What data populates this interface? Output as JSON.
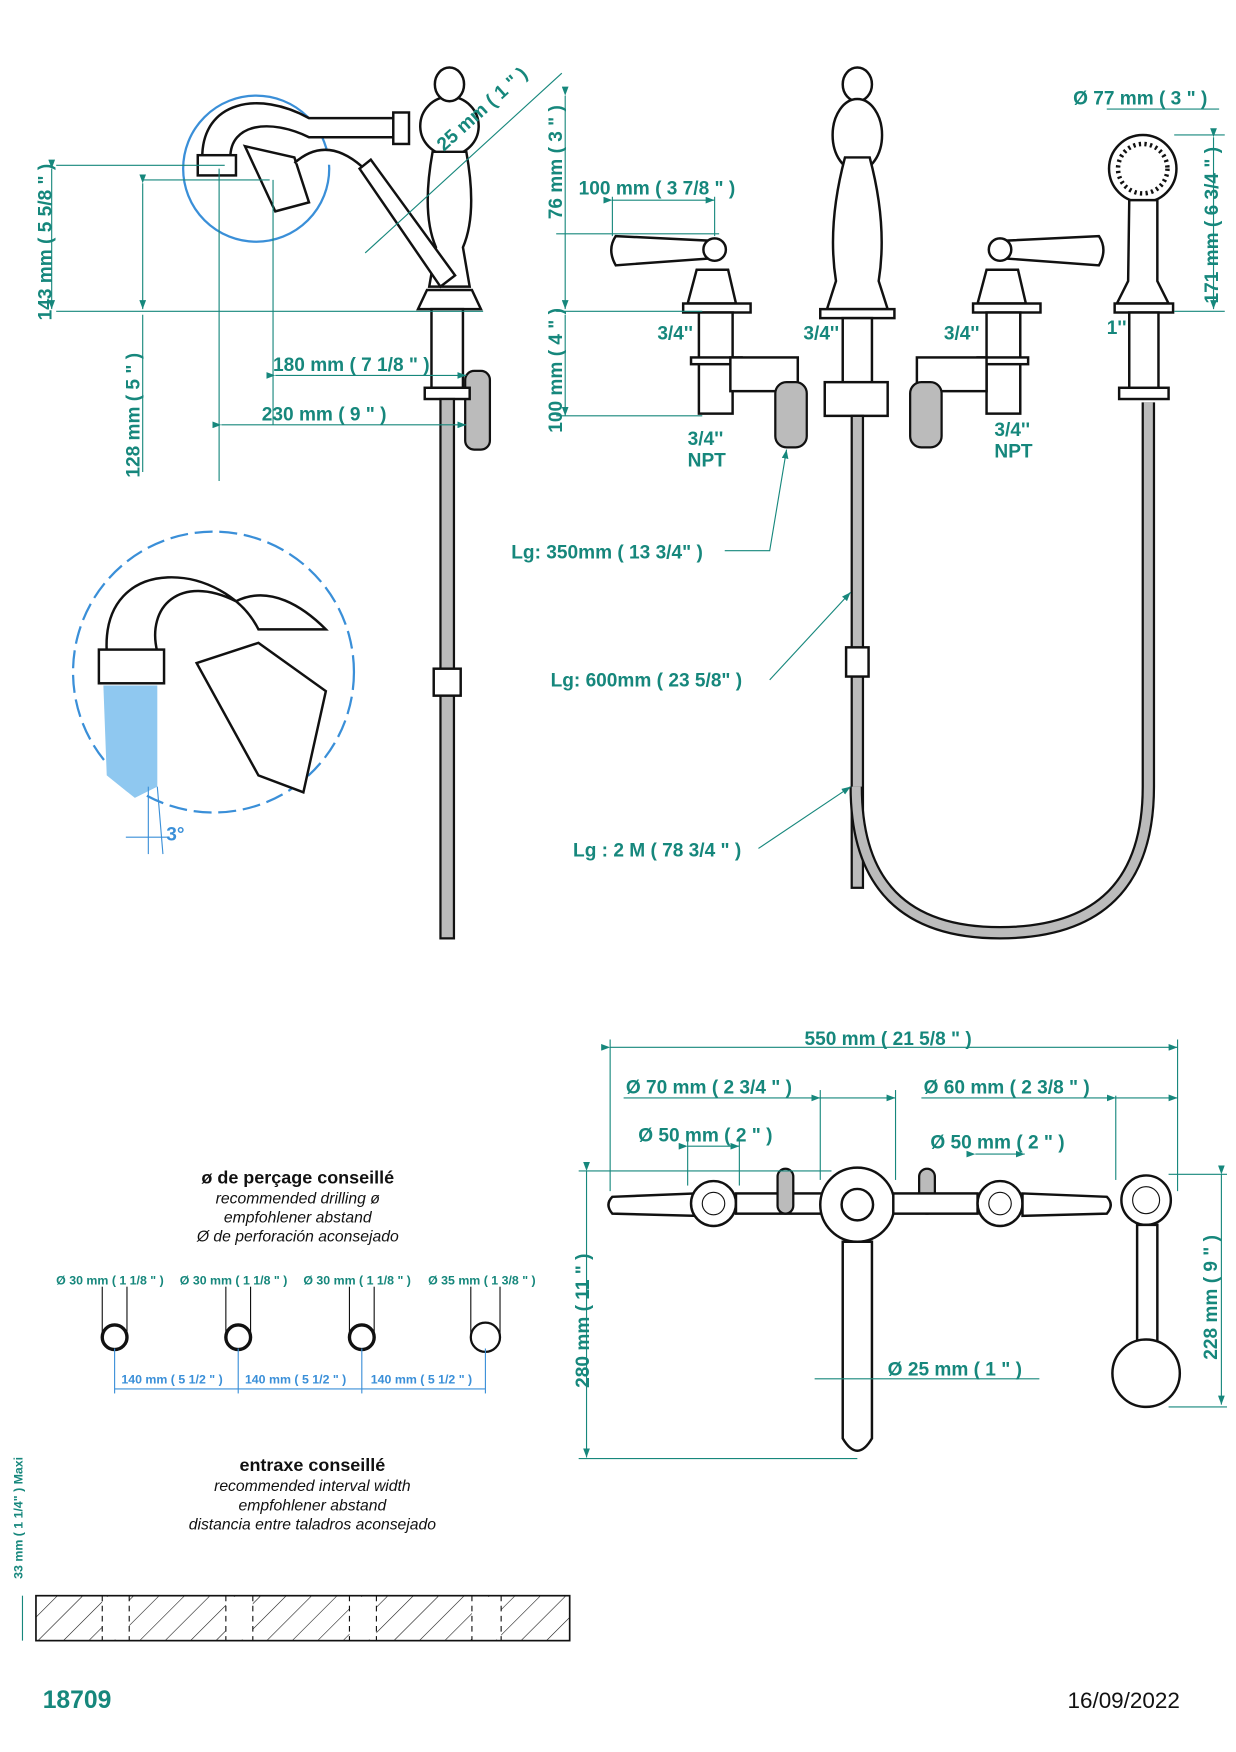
{
  "side_view": {
    "height_143": "143 mm ( 5 5/8 \" )",
    "height_128": "128 mm ( 5 \" )",
    "dia_25": "25 mm ( 1 \" )",
    "reach_180": "180 mm ( 7 1/8 \" )",
    "reach_230": "230 mm ( 9 \" )",
    "angle": "3°"
  },
  "front_view": {
    "height_76": "76 mm ( 3 \" )",
    "height_100": "100 mm ( 4 \" )",
    "handle_100": "100 mm ( 3 7/8 \" )",
    "thread_left": "3/4''",
    "thread_center": "3/4''",
    "thread_right": "3/4''",
    "thread_shower": "1''",
    "npt_left": [
      "3/4''",
      "NPT"
    ],
    "npt_right": [
      "3/4''",
      "NPT"
    ],
    "shower_dia": "Ø  77 mm ( 3 \" )",
    "shower_height": "171 mm ( 6 3/4 \" )",
    "hose_350": "Lg: 350mm  ( 13 3/4\" )",
    "hose_600": "Lg: 600mm  ( 23 5/8\" )",
    "hose_2m": "Lg : 2 M ( 78 3/4 \" )"
  },
  "top_view": {
    "total_width": "550 mm ( 21 5/8 \" )",
    "dia_70": "Ø  70 mm ( 2 3/4 \" )",
    "dia_60": "Ø  60 mm ( 2 3/8 \" )",
    "dia_50_left": "Ø  50 mm ( 2 \" )",
    "dia_50_right": "Ø  50 mm ( 2 \" )",
    "depth_280": "280 mm ( 11 \" )",
    "dia_25": "Ø  25 mm ( 1 \" )",
    "depth_228": "228 mm ( 9 \" )"
  },
  "drilling": {
    "title": "ø de perçage conseillé",
    "subtitles": [
      "recommended drilling ø",
      "empfohlener abstand",
      "Ø de perforación aconsejado"
    ],
    "holes": [
      "Ø  30 mm ( 1 1/8 \" )",
      "Ø  30 mm ( 1 1/8 \" )",
      "Ø  30 mm ( 1 1/8 \" )",
      "Ø  35 mm ( 1 3/8 \" )"
    ],
    "spacings": [
      "140 mm ( 5 1/2 \" )",
      "140 mm ( 5 1/2 \" )",
      "140 mm ( 5 1/2 \" )"
    ]
  },
  "interval": {
    "title": "entraxe conseillé",
    "subtitles": [
      "recommended interval width",
      "empfohlener abstand",
      "distancia entre taladros aconsejado"
    ],
    "max_thickness": "33 mm ( 1 1/4\" )  Maxi"
  },
  "footer": {
    "reference": "18709",
    "date": "16/09/2022"
  },
  "colors": {
    "dimension": "#16877c",
    "detail": "#3a8fd8"
  }
}
